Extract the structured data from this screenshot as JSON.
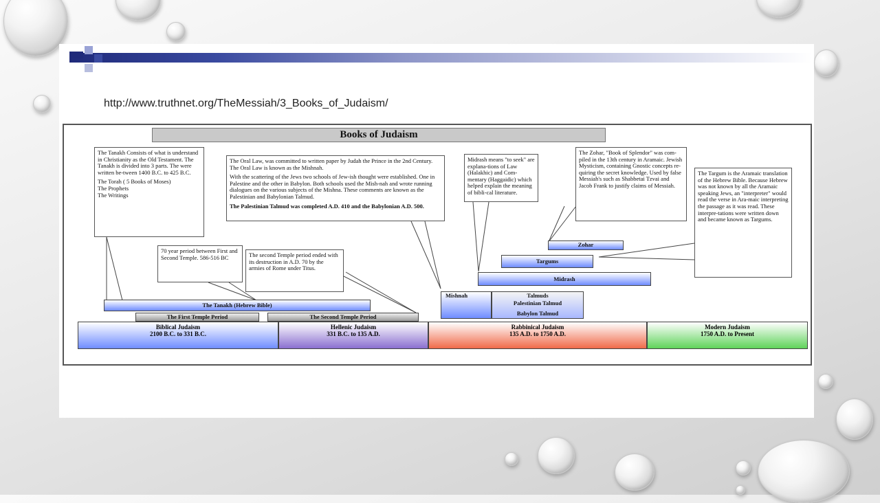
{
  "url": "http://www.truthnet.org/TheMessiah/3_Books_of_Judaism/",
  "diagram": {
    "title": "Books of Judaism",
    "notes": {
      "tanakh_p1": "The Tanakh Consists of what is understand in Christianity as the Old Testament. The Tanakh is divided into 3 parts. The were written be-tween 1400 B.C. to 425 B.C.",
      "tanakh_p2": "The Torah ( 5 Books of Moses)",
      "tanakh_p3": "The Prophets",
      "tanakh_p4": "The Writings",
      "oral_p1": "The Oral Law, was committed to written paper by Judah the Prince in the 2nd Century. The Oral Law is known as the Mishnah.",
      "oral_p2": "With the scattering of the Jews two schools of Jew-ish thought were established. One in Palestine and the other in Babylon. Both schools used the Mish-nah and wrote running dialogues on the various subjects of the Mishna. These comments are known as the Palestinian and Babylonian Talmud.",
      "oral_p3": "The Palestinian Talmud was completed A.D. 410 and the Babylonian A.D. 500.",
      "midrash": "Midrash means \"to seek\" are explana-tions of Law (Halakhic) and Com-mentary (Haggaidic) which helped explain the meaning of bibli-cal literature.",
      "zohar": "The Zohar, \"Book of Splendor\" was com-piled in the 13th century in Aramaic. Jewish Mysticism, containing Gnostic concepts re-quiring the secret knowledge. Used by false Messiah's such as Shabbetai Tzvai and Jacob Frank to justify claims of Messiah.",
      "targum": "The Targum is the Aramaic translation of the Hebrew Bible. Because Hebrew was not known by all the Aramaic speaking Jews, an \"interpreter\" would read the verse in Ara-maic interpreting the passage as it was read. These interpre-tations were written down and became known as Targums.",
      "period70": "70 year period between First and Second Temple. 586-516 BC",
      "second_temple": "The second Temple period ended with its destruction in A.D. 70 by the armies of Rome under Titus."
    },
    "bars": {
      "zohar": "Zohar",
      "targums": "Targums",
      "midrash": "Midrash",
      "mishnah": "Mishnah",
      "talmuds": "Talmuds",
      "palestinian_talmud": "Palestinian Talmud",
      "babylon_talmud": "Babylon Talmud",
      "tanakh": "The Tanakh (Hebrew Bible)",
      "first_temple": "The First Temple Period",
      "second_temple": "The Second Temple Period"
    },
    "eras": [
      {
        "name": "Biblical Judaism",
        "range": "2100 B.C. to 331 B.C.",
        "color": "#6f8cff"
      },
      {
        "name": "Hellenic Judaism",
        "range": "331 B.C. to 135 A.D.",
        "color": "#8a6fd0"
      },
      {
        "name": "Rabbinical Judaism",
        "range": "135 A.D. to 1750 A.D.",
        "color": "#f06a4a"
      },
      {
        "name": "Modern Judaism",
        "range": "1750 A.D. to Present",
        "color": "#5fd35a"
      }
    ]
  },
  "colors": {
    "header_bar_dark": "#1f2a7a",
    "accent_blue": "#6f8cff"
  }
}
